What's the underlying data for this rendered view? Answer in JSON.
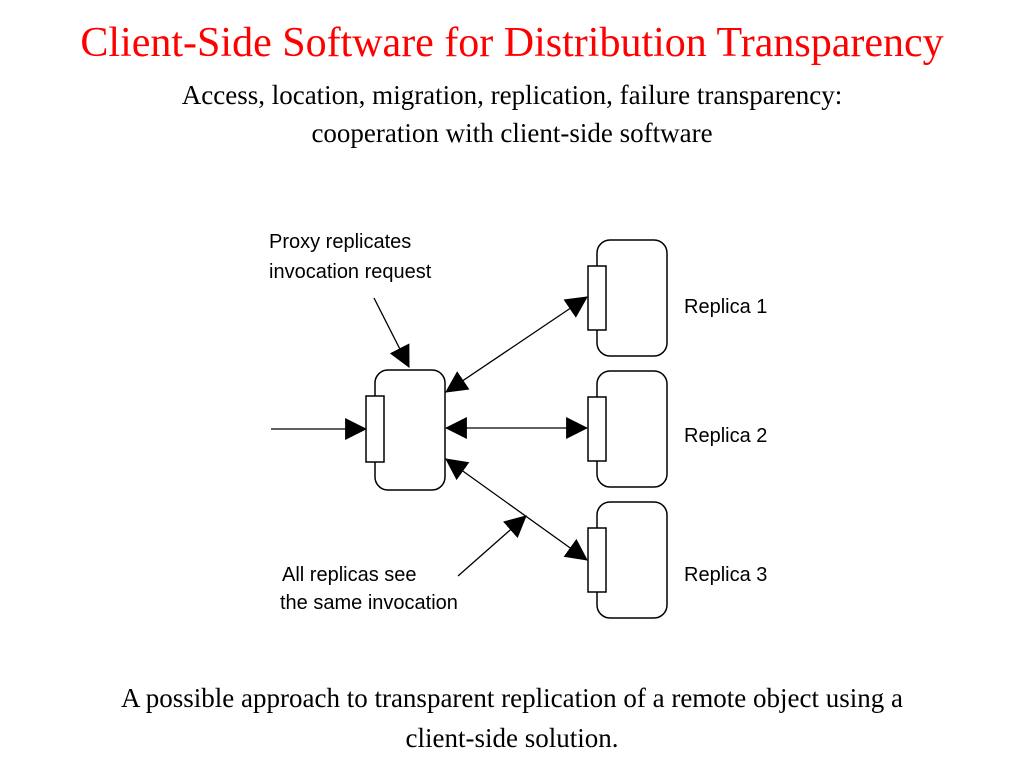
{
  "slide": {
    "title": "Client-Side Software for Distribution Transparency",
    "subtitle_lines": [
      "Access, location, migration, replication, failure transparency:",
      "cooperation with client-side software"
    ],
    "caption_lines": [
      "A possible approach to transparent replication of a remote object using a",
      "client-side solution."
    ]
  },
  "colors": {
    "title": "#ff0000",
    "text": "#000000",
    "background": "#ffffff"
  },
  "diagram": {
    "proxy_note_lines": [
      "Proxy replicates",
      "invocation request"
    ],
    "replicas_note_lines": [
      "All replicas see",
      "the same invocation"
    ],
    "replica_labels": [
      "Replica 1",
      "Replica 2",
      "Replica 3"
    ]
  }
}
